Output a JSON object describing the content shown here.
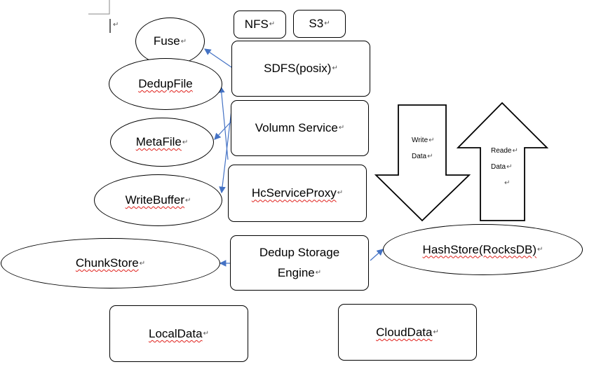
{
  "nodes": {
    "nfs": "NFS",
    "s3": "S3",
    "fuse": "Fuse",
    "sdfs": "SDFS(posix)",
    "dedupfile": "DedupFile",
    "volumn_service": "Volumn Service",
    "metafile": "MetaFile",
    "hcserviceproxy": "HcServiceProxy",
    "writebuffer": "WriteBuffer",
    "dedup_storage_engine_line1": "Dedup Storage",
    "dedup_storage_engine_line2": "Engine",
    "chunkstore": "ChunkStore",
    "hashstore": "HashStore(RocksDB)",
    "localdata": "LocalData",
    "clouddata": "CloudData"
  },
  "big_arrows": {
    "write": {
      "line1": "Write",
      "line2": "Data"
    },
    "read": {
      "line1": "Reade",
      "line2": "Data"
    }
  },
  "paragraph_mark": "↵",
  "colors": {
    "connector": "#4472c4",
    "stroke": "#000000",
    "squiggle": "#e0201b"
  }
}
